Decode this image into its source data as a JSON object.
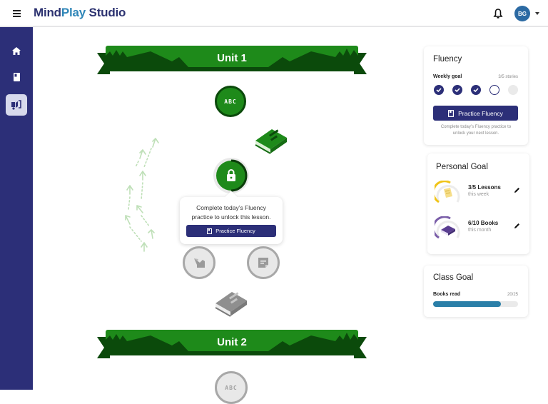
{
  "header": {
    "brand_part1": "Mind",
    "brand_part2": "Play",
    "brand_part3": " Studio",
    "avatar_initials": "BG",
    "icons": [
      "menu-icon",
      "bell-icon",
      "chevron-down-icon"
    ]
  },
  "sidebar": {
    "items": [
      {
        "name": "home",
        "icon": "home-icon",
        "active": false
      },
      {
        "name": "library",
        "icon": "book-icon",
        "active": false
      },
      {
        "name": "activities",
        "icon": "reading-activity-icon",
        "active": true
      }
    ]
  },
  "map": {
    "units": [
      {
        "title": "Unit 1"
      },
      {
        "title": "Unit 2"
      }
    ],
    "nodes": {
      "abc_label": "ABC",
      "abc_label_unit2": "ABC"
    },
    "tooltip": {
      "line1": "Complete today’s Fluency",
      "line2": "practice to unlock this lesson.",
      "button_label": "Practice Fluency"
    }
  },
  "fluency_card": {
    "title": "Fluency",
    "weekly_goal_label": "Weekly goal",
    "weekly_goal_value": "3/5 stories",
    "days": [
      "done",
      "done",
      "done",
      "open",
      "empty"
    ],
    "button_label": "Practice Fluency",
    "note_line1": "Complete today’s Fluency practice to",
    "note_line2": "unlock your next lesson."
  },
  "personal_goal_card": {
    "title": "Personal Goal",
    "goals": [
      {
        "main": "3/5 Lessons",
        "sub": "this week",
        "color": "#f0c419",
        "progress": 0.6
      },
      {
        "main": "6/10 Books",
        "sub": "this month",
        "color": "#7a5ea8",
        "progress": 0.6
      }
    ]
  },
  "class_goal_card": {
    "title": "Class Goal",
    "label": "Books read",
    "value": "20/25",
    "progress_pct": 80
  },
  "colors": {
    "brand_navy": "#2c2f78",
    "brand_blue": "#2f86b8",
    "unit_green": "#1e8a1a",
    "unit_dark_green": "#0b4a0b",
    "class_progress": "#2a7fa8"
  }
}
